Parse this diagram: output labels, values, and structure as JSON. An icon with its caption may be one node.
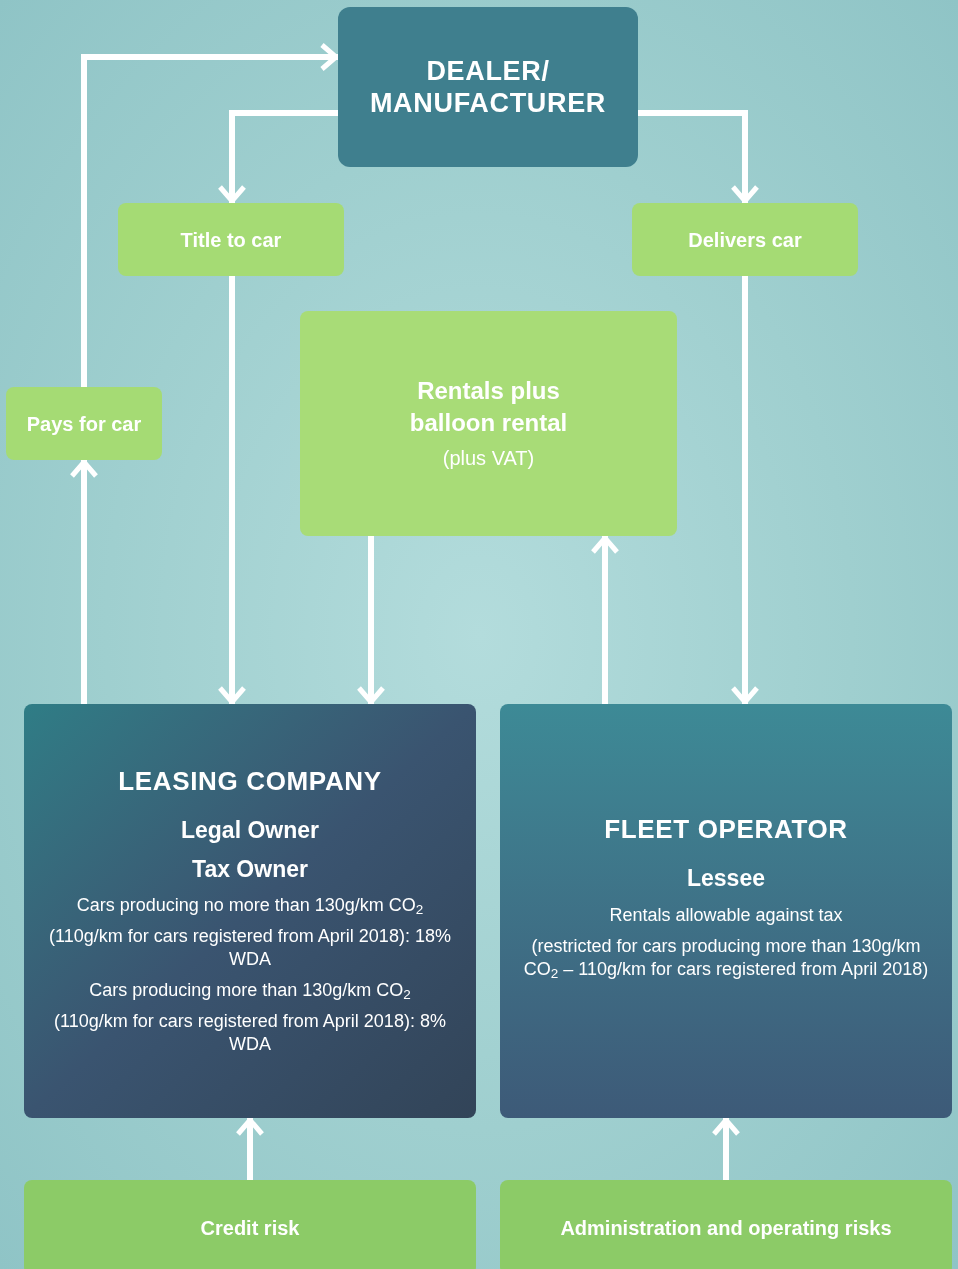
{
  "diagram": {
    "nodes": [
      {
        "text": [
          "DEALER/ MANUFACTURER"
        ]
      },
      {
        "text": [
          "Title to car"
        ]
      },
      {
        "text": [
          "Delivers car"
        ]
      },
      {
        "text": [
          "Pays for car"
        ]
      },
      {
        "text": [
          "Rentals plus balloon rental",
          "(plus VAT)"
        ]
      },
      {
        "text": [
          "LEASING COMPANY",
          "Legal Owner",
          "Tax Owner",
          "Cars producing no more than 130g/km CO$_{2}$",
          "(110g/km for cars registered from April 2018): 18% WDA",
          "Cars producing more than 130g/km CO$_{2}$",
          "(110g/km for cars registered from April 2018): 8% WDA"
        ]
      },
      {
        "text": [
          "FLEET OPERATOR",
          "Lessee",
          "Rentals allowable against tax",
          "(restricted for cars producing more than 130g/km CO$_{2}$ – 110g/km for cars registered from April 2018)"
        ]
      },
      {
        "text": [
          "Credit risk"
        ]
      },
      {
        "text": [
          "Administration and operating risks"
        ]
      }
    ],
    "edges": [
      {
        "from": 0,
        "to": 1,
        "arrow": "to"
      },
      {
        "from": 0,
        "to": 2,
        "arrow": "to"
      },
      {
        "from": 3,
        "to": 0,
        "arrow": "to"
      },
      {
        "from": 5,
        "to": 3,
        "arrow": "to"
      },
      {
        "from": 1,
        "to": 5,
        "arrow": "to"
      },
      {
        "from": 4,
        "to": 5,
        "arrow": "to"
      },
      {
        "from": 6,
        "to": 4,
        "arrow": "to"
      },
      {
        "from": 2,
        "to": 6,
        "arrow": "to"
      },
      {
        "from": 7,
        "to": 5,
        "arrow": "to"
      },
      {
        "from": 8,
        "to": 6,
        "arrow": "to"
      }
    ]
  }
}
